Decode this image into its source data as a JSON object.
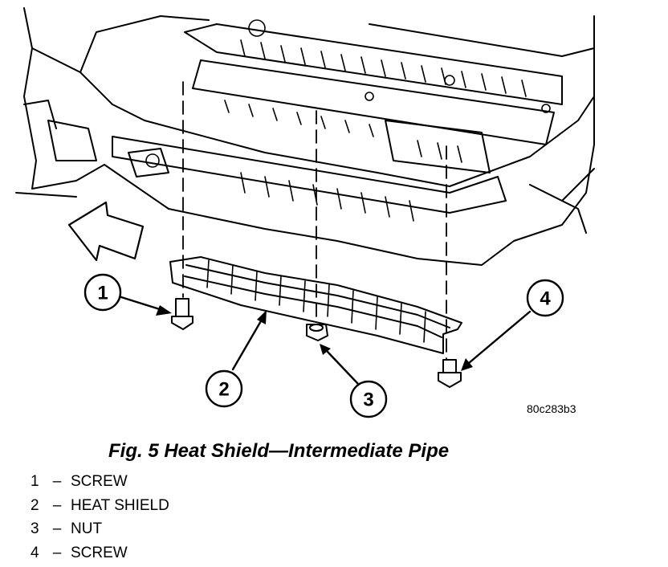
{
  "figure_code": "80c283b3",
  "caption": "Fig. 5 Heat Shield—Intermediate Pipe",
  "callouts": [
    {
      "number": "1",
      "part": "SCREW"
    },
    {
      "number": "2",
      "part": "HEAT SHIELD"
    },
    {
      "number": "3",
      "part": "NUT"
    },
    {
      "number": "4",
      "part": "SCREW"
    }
  ],
  "legend_separator": "–"
}
